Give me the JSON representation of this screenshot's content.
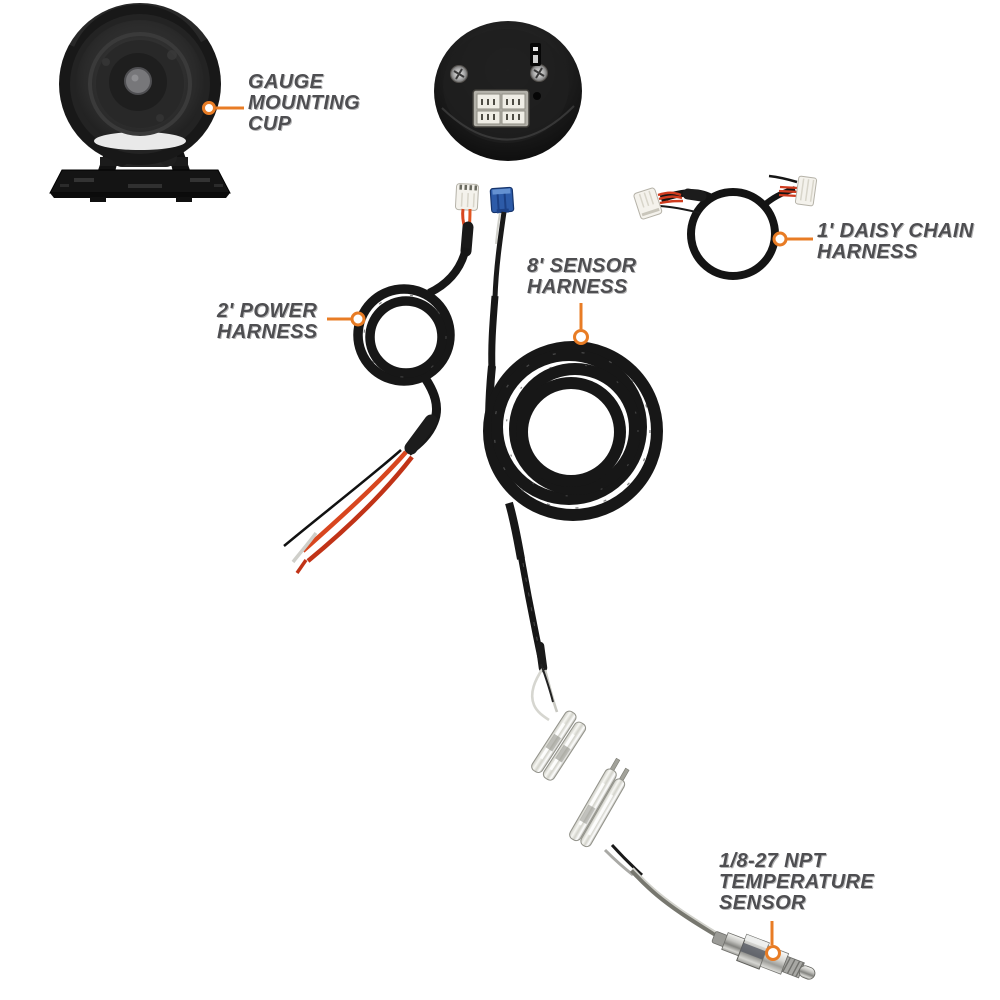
{
  "figure": {
    "kind": "annotated-product-parts-diagram",
    "background": "#ffffff"
  },
  "callouts": [
    {
      "id": "gauge-mounting-cup",
      "label": "GAUGE\nMOUNTING\nCUP"
    },
    {
      "id": "daisy-chain-harness",
      "label": "1' DAISY CHAIN\nHARNESS"
    },
    {
      "id": "power-harness",
      "label": "2' POWER\nHARNESS"
    },
    {
      "id": "sensor-harness",
      "label": "8' SENSOR\nHARNESS"
    },
    {
      "id": "temperature-sensor",
      "label": "1/8-27 NPT\nTEMPERATURE\nSENSOR"
    }
  ],
  "colors": {
    "leader_accent": "#e87c25",
    "label_text": "#4e4e51",
    "cable_black": "#171717",
    "connector_white": "#f4f2ec",
    "connector_blue": "#2d5ba8",
    "wire_red": "#d8461f",
    "metal_chrome": "#b9b9b5"
  }
}
